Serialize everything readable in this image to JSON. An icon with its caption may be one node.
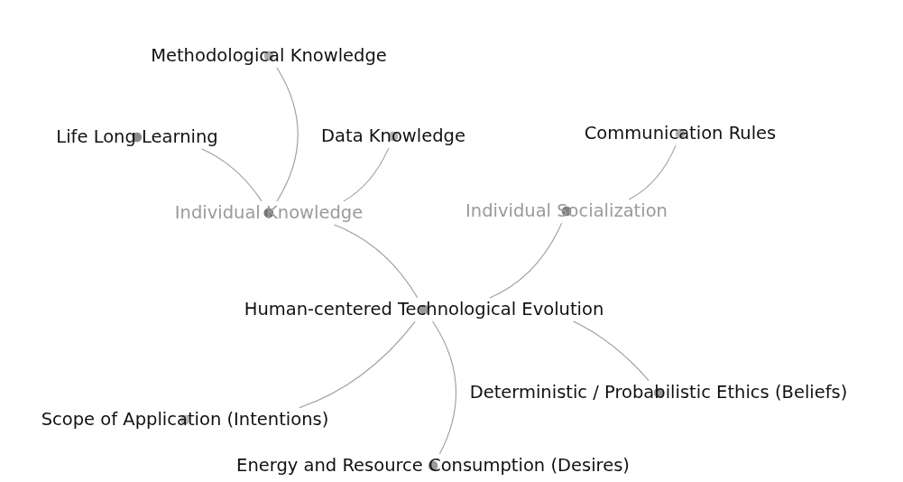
{
  "diagram": {
    "nodes": [
      {
        "text": [
          "Methodological Knowledge"
        ]
      },
      {
        "text": [
          "Life Long Learning"
        ]
      },
      {
        "text": [
          "Data Knowledge"
        ]
      },
      {
        "text": [
          "Communication Rules"
        ]
      },
      {
        "text": [
          "Individual Knowledge"
        ]
      },
      {
        "text": [
          "Individual Socialization"
        ]
      },
      {
        "text": [
          "Human-centered Technological Evolution"
        ]
      },
      {
        "text": [
          "Deterministic / Probabilistic Ethics (Beliefs)"
        ]
      },
      {
        "text": [
          "Scope of Application (Intentions)"
        ]
      },
      {
        "text": [
          "Energy and Resource Consumption (Desires)"
        ]
      }
    ],
    "edges": [
      {
        "from": 4,
        "to": 0,
        "arrow": "none"
      },
      {
        "from": 4,
        "to": 1,
        "arrow": "none"
      },
      {
        "from": 4,
        "to": 2,
        "arrow": "none"
      },
      {
        "from": 6,
        "to": 4,
        "arrow": "none"
      },
      {
        "from": 6,
        "to": 5,
        "arrow": "none"
      },
      {
        "from": 5,
        "to": 3,
        "arrow": "none"
      },
      {
        "from": 6,
        "to": 7,
        "arrow": "none"
      },
      {
        "from": 6,
        "to": 8,
        "arrow": "none"
      },
      {
        "from": 6,
        "to": 9,
        "arrow": "none"
      }
    ]
  }
}
